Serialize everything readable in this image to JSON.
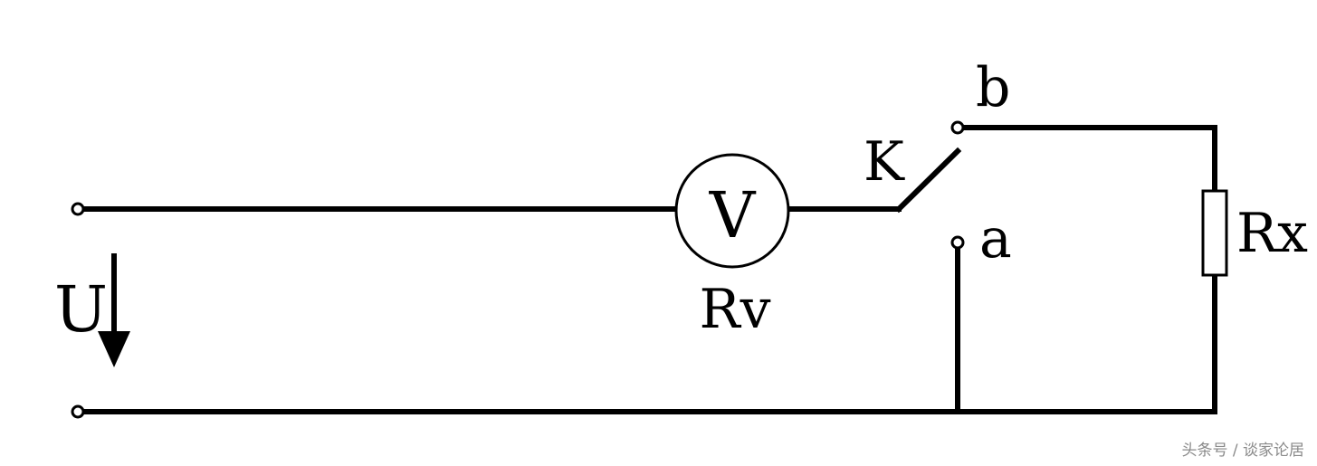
{
  "labels": {
    "source_voltage": "U",
    "voltmeter_symbol": "V",
    "voltmeter_resistance": "Rv",
    "switch": "K",
    "contact_a": "a",
    "contact_b": "b",
    "resistor": "Rx"
  },
  "watermark": "头条号 / 谈家论居"
}
